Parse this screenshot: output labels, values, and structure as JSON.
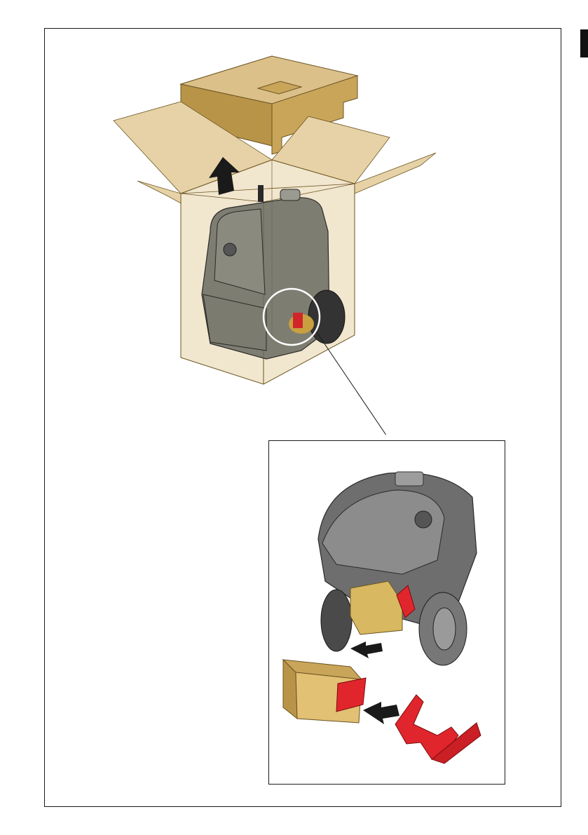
{
  "page": {
    "edge_tab": "black-thumb-tab",
    "illustrations": {
      "main": "unboxing-pressure-washer-from-carton",
      "detail": "removing-packing-block-and-red-bracket"
    },
    "colors": {
      "cardboard": "#c9a55a",
      "cardboard_light": "#e6d2a6",
      "machine_body": "#5c5c5c",
      "bracket_red": "#e0262c",
      "arrow": "#1a1a1a"
    }
  }
}
